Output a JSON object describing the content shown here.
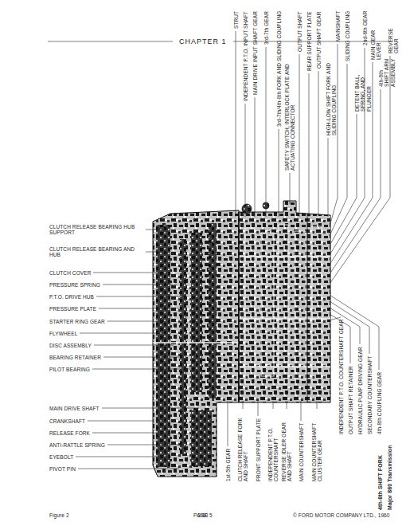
{
  "diagram": {
    "title": "CHAPTER 1",
    "caption": "Major 880 Transmission",
    "labels": [
      "CLUTCH RELEASE BEARING HUB SUPPORT",
      "CLUTCH RELEASE BEARING AND HUB",
      "CLUTCH COVER",
      "PRESSURE SPRING",
      "P.T.O. DRIVE HUB",
      "PRESSURE PLATE",
      "STARTER RING GEAR",
      "FLYWHEEL",
      "DISC ASSEMBLY",
      "BEARING RETAINER",
      "PILOT BEARING",
      "MAIN DRIVE SHAFT",
      "CRANKSHAFT",
      "RELEASE FORK",
      "ANTI-RATTLE SPRING",
      "EYEBOLT",
      "PIVOT PIN",
      "STRUT",
      "INDEPENDENT P.T.O. INPUT SHAFT",
      "MAIN DRIVE INPUT SHAFT GEAR",
      "3rd-7th GEAR",
      "3rd-7th/4th-8th FORK AND SLIDING COUPLING",
      "SAFETY SWITCH, INTERLOCK PLATE AND ACTUATING CONNECTOR",
      "OUTPUT SHAFT",
      "REAR SUPPORT PLATE",
      "OUTPUT SHAFT GEAR",
      "HIGH-LOW SHIFT FORK AND SLIDING COUPLING",
      "MAINSHAFT",
      "SLIDING COUPLING",
      "DETENT BALL, SPRING, AND PLUNGER",
      "2nd-6th GEAR",
      "MAIN GEAR LEVER",
      "4th-8th SHIFT ARM ASSEMBLY",
      "REVERSE GEAR",
      "1st-5th GEAR",
      "CLUTCH RELEASE FORK AND SHAFT",
      "FRONT SUPPORT PLATE",
      "INDEPENDENT P.T.O. COUNTERSHAFT",
      "REVERSE IDLER GEAR AND SHAFT",
      "MAIN COUNTERSHAFT",
      "MAIN COUNTERSHAFT CLUSTER GEAR",
      "INDEPENDENT P.T.O. COUNTERSHAFT GEAR",
      "OUTPUT SHAFT RETAINER",
      "HYDRAULIC PUMP DRIVING GEAR",
      "SECONDARY COUNTERSHAFT",
      "4th-8th COUPLING GEAR",
      "4th-8th SHIFT FORK",
      "Figure 2",
      "2/60",
      "© FORD MOTOR COMPANY LTD., 1960",
      "PAGE 5"
    ]
  }
}
